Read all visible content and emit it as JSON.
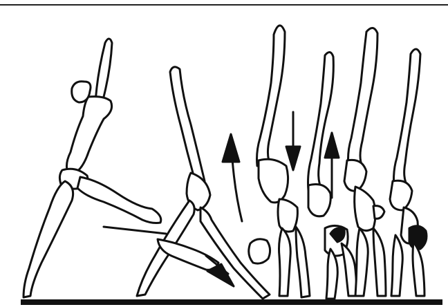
{
  "figure": {
    "colors": {
      "ink": "#111111",
      "background": "#ffffff"
    },
    "icons": [
      "figure-lunge-reach",
      "figure-lunge-split",
      "figure-handstand-1",
      "figure-handstand-2",
      "figure-handstand-3",
      "figure-handstand-4",
      "arrow-up-icon",
      "arrow-down-icon",
      "arrow-up-icon",
      "arrow-diagonal-icon"
    ]
  }
}
